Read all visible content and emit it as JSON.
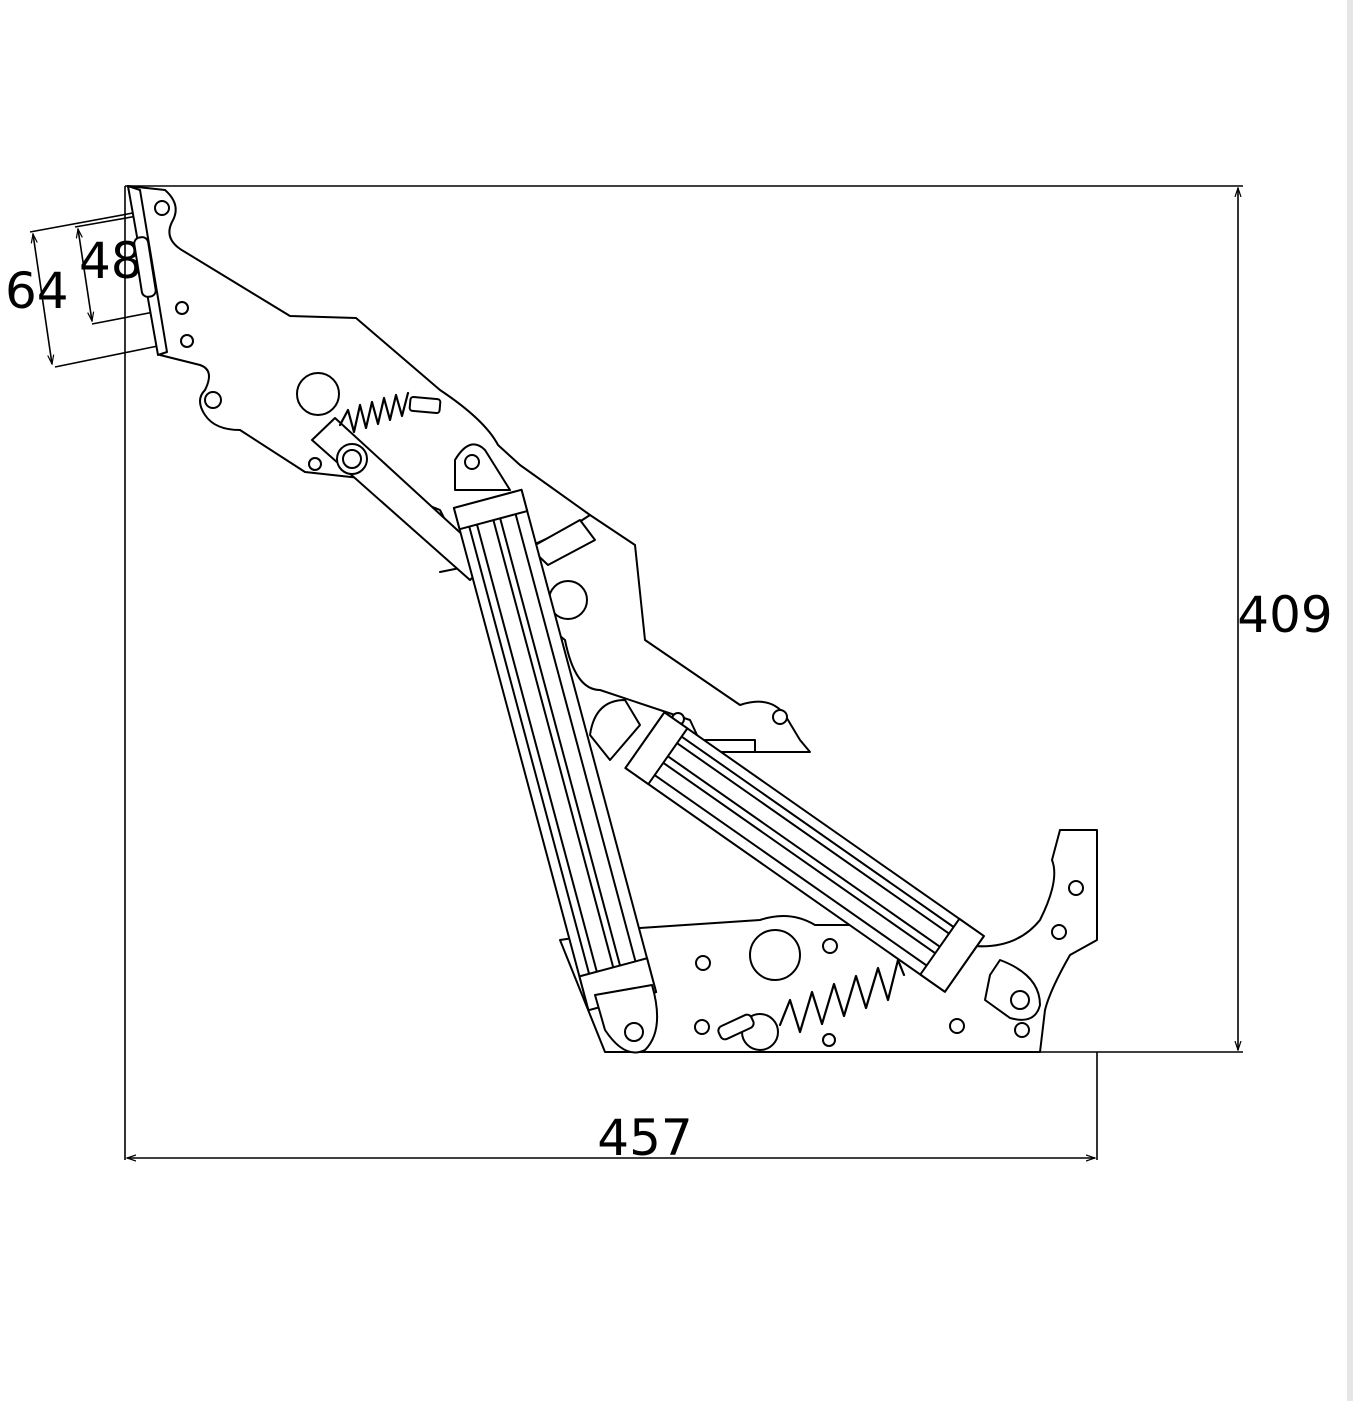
{
  "dimensions": {
    "width_label": "457",
    "height_label": "409",
    "outer_spacing_label": "64",
    "inner_spacing_label": "48"
  },
  "colors": {
    "line": "#000000",
    "background": "#ffffff"
  }
}
